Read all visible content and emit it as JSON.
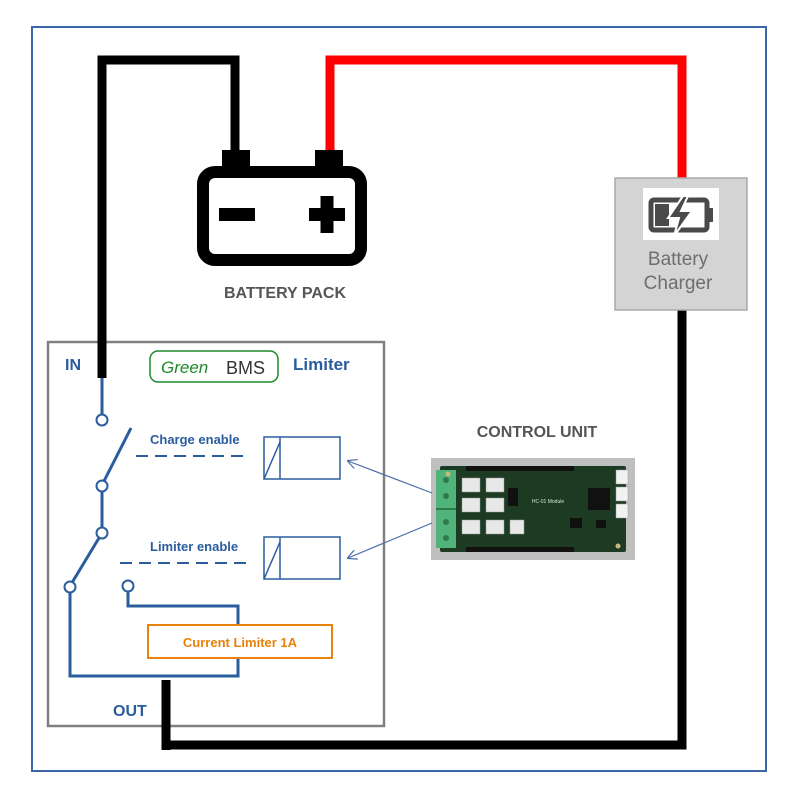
{
  "battery_pack": {
    "label": "BATTERY PACK",
    "minus_symbol": "minus-icon",
    "plus_symbol": "plus-icon"
  },
  "charger": {
    "label_line1": "Battery",
    "label_line2": "Charger",
    "icon": "battery-charging-icon"
  },
  "bms": {
    "logo_green": "Green",
    "logo_bms": "BMS",
    "limiter_title": "Limiter",
    "in_label": "IN",
    "out_label": "OUT",
    "charge_enable_label": "Charge enable",
    "limiter_enable_label": "Limiter enable",
    "current_limiter_label": "Current Limiter 1A"
  },
  "control_unit": {
    "label": "CONTROL UNIT",
    "board_text": "HC-01 Module"
  },
  "colors": {
    "frame": "#3a66a8",
    "bms_box": "#808080",
    "wire_black": "#000000",
    "wire_red": "#ff0000",
    "wire_blue": "#2a5c9e",
    "title_blue": "#2a5c9e",
    "label_gray": "#555555",
    "current_limiter": "#e8820c",
    "logo_green": "#1d8a2a",
    "charger_fill": "#d4d4d4",
    "charger_text": "#6e6e6e",
    "pcb": "#1d3a22"
  }
}
